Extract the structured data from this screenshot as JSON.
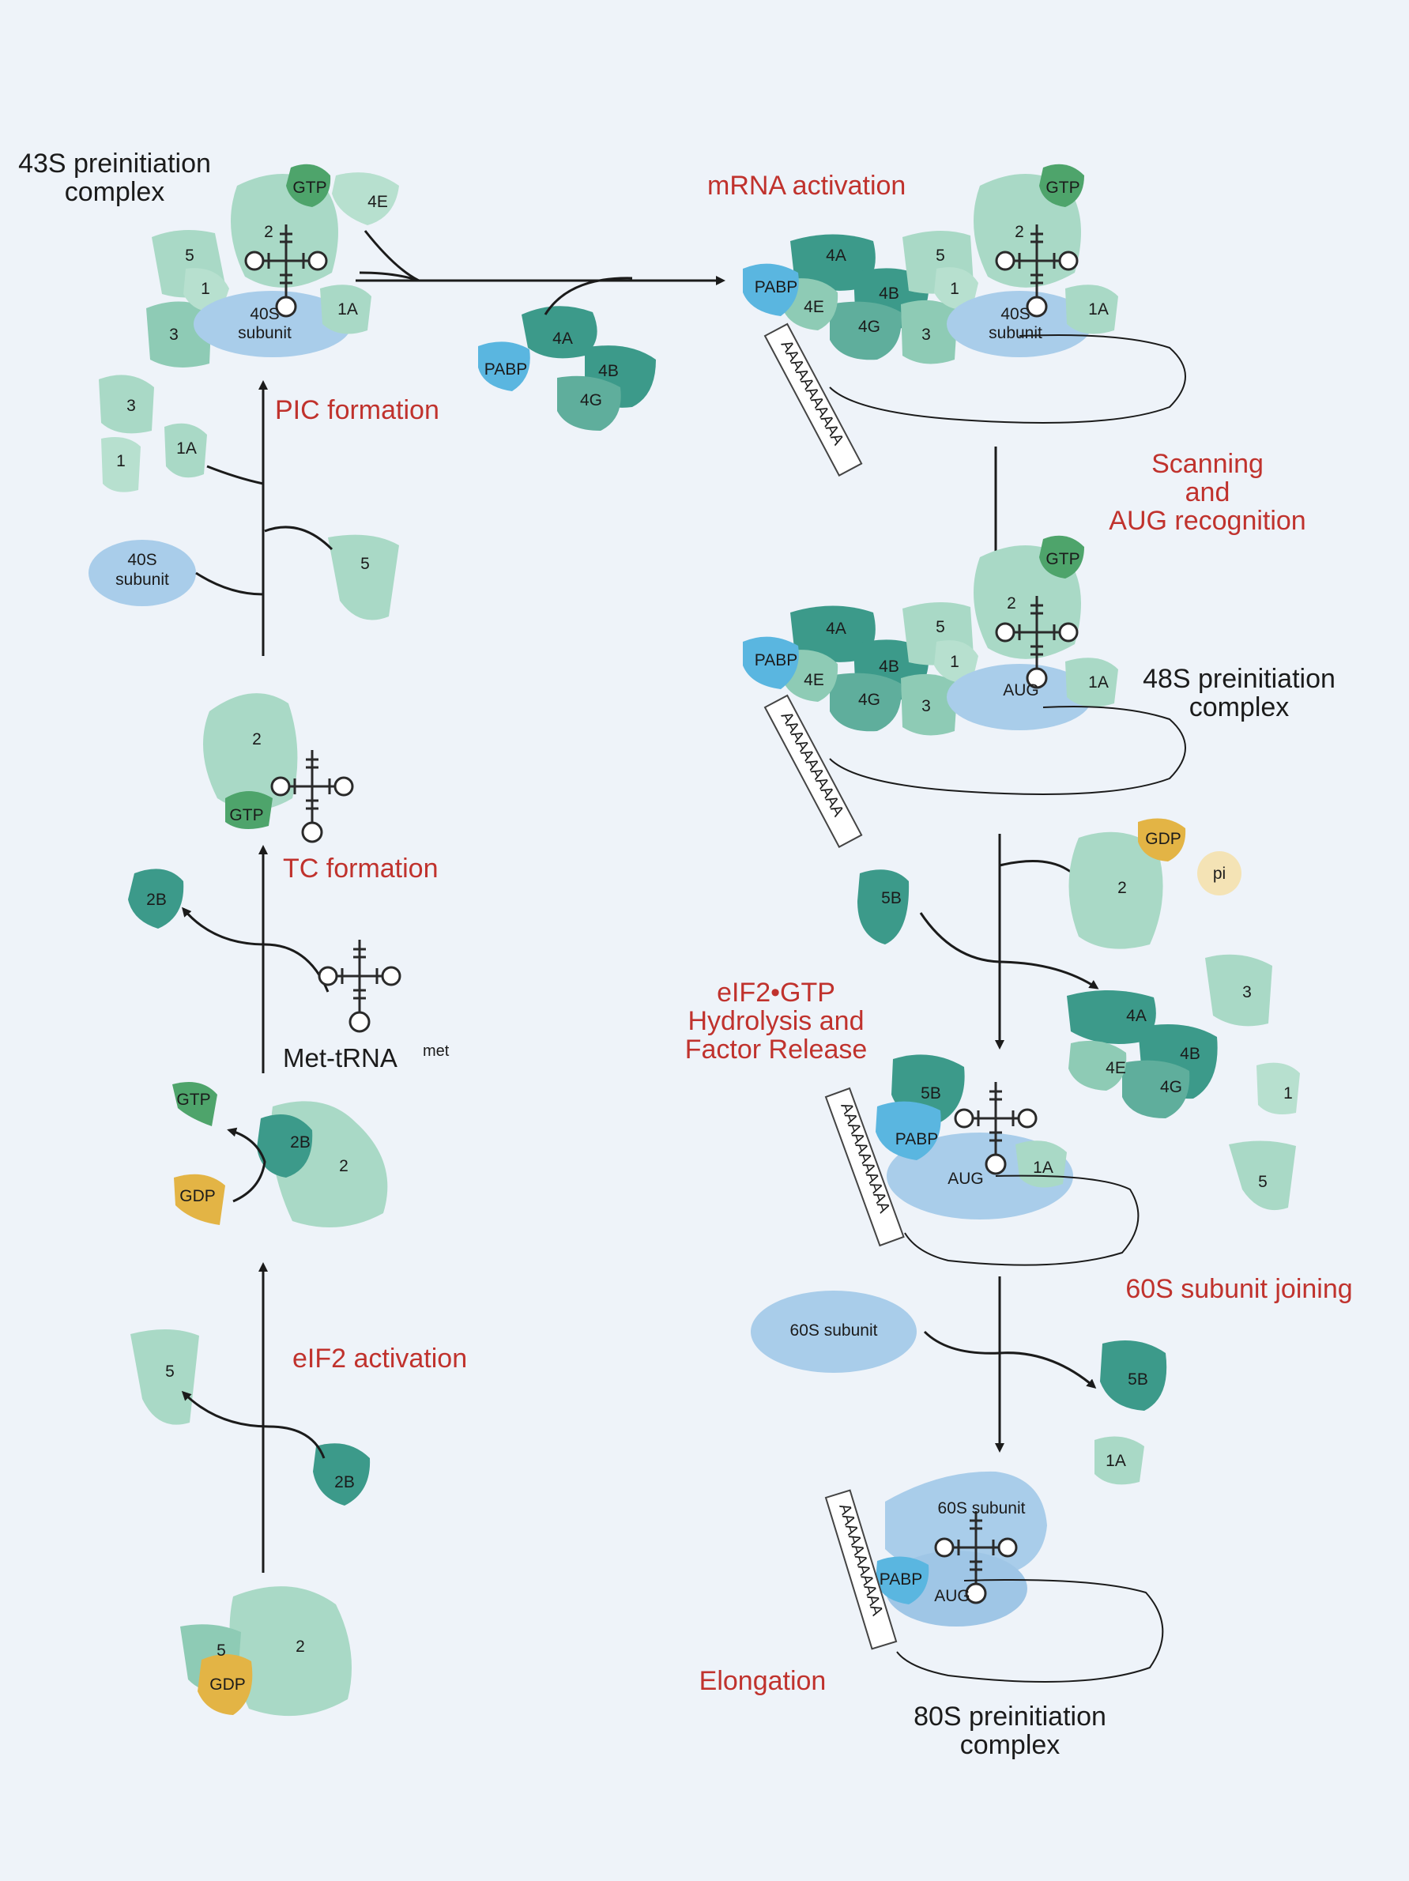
{
  "colors": {
    "background": "#eef3f9",
    "factor_light": "#a9d9c6",
    "factor_mid": "#7cc3ad",
    "factor_dark": "#3c9a8a",
    "gtp": "#4ea46b",
    "gdp": "#e3b445",
    "pabp": "#5ab6e0",
    "subunit": "#a9cdea",
    "pi": "#f4e3b5",
    "title_red": "#c0322d"
  },
  "stages": {
    "pic_formation": "PIC formation",
    "tc_formation": "TC formation",
    "eif2_activation": "eIF2 activation",
    "mrna_activation": "mRNA activation",
    "scanning_1": "Scanning",
    "scanning_2": "and",
    "scanning_3": "AUG recognition",
    "hydrolysis_1": "eIF2•GTP",
    "hydrolysis_2": "Hydrolysis and",
    "hydrolysis_3": "Factor Release",
    "subunit_joining": "60S subunit joining",
    "elongation": "Elongation"
  },
  "complexes": {
    "c43s_1": "43S preinitiation",
    "c43s_2": "complex",
    "c48s_1": "48S preinitiation",
    "c48s_2": "complex",
    "c80s_1": "80S preinitiation",
    "c80s_2": "complex",
    "met_trna": "Met-tRNA",
    "met_sup": "met"
  },
  "labels": {
    "f1": "1",
    "f1a": "1A",
    "f2": "2",
    "f2b": "2B",
    "f3": "3",
    "f4a": "4A",
    "f4b": "4B",
    "f4e": "4E",
    "f4g": "4G",
    "f5": "5",
    "f5b": "5B",
    "gtp": "GTP",
    "gdp": "GDP",
    "pabp": "PABP",
    "pi": "pi",
    "aug": "AUG",
    "s40_a": "40S",
    "s40_b": "subunit",
    "s60": "60S subunit",
    "polya": "AAAAAAAAAAA"
  }
}
